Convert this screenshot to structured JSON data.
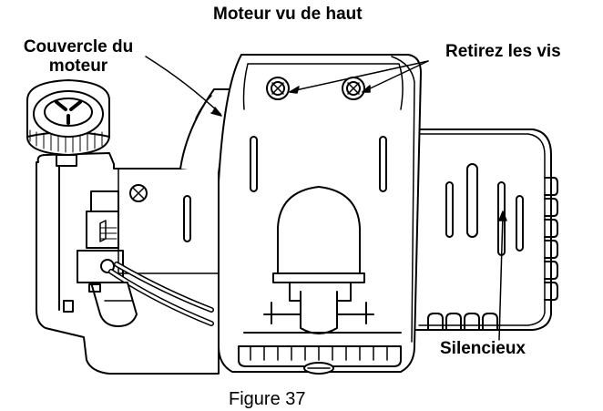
{
  "labels": {
    "title": "Moteur vu de haut",
    "engine_cover_line1": "Couvercle du",
    "engine_cover_line2": "moteur",
    "remove_screws": "Retirez les vis",
    "muffler": "Silencieux",
    "figure": "Figure 37"
  },
  "colors": {
    "line": "#000000",
    "background": "#ffffff"
  },
  "icons": [
    "screw-icon",
    "fuel-cap-icon"
  ]
}
